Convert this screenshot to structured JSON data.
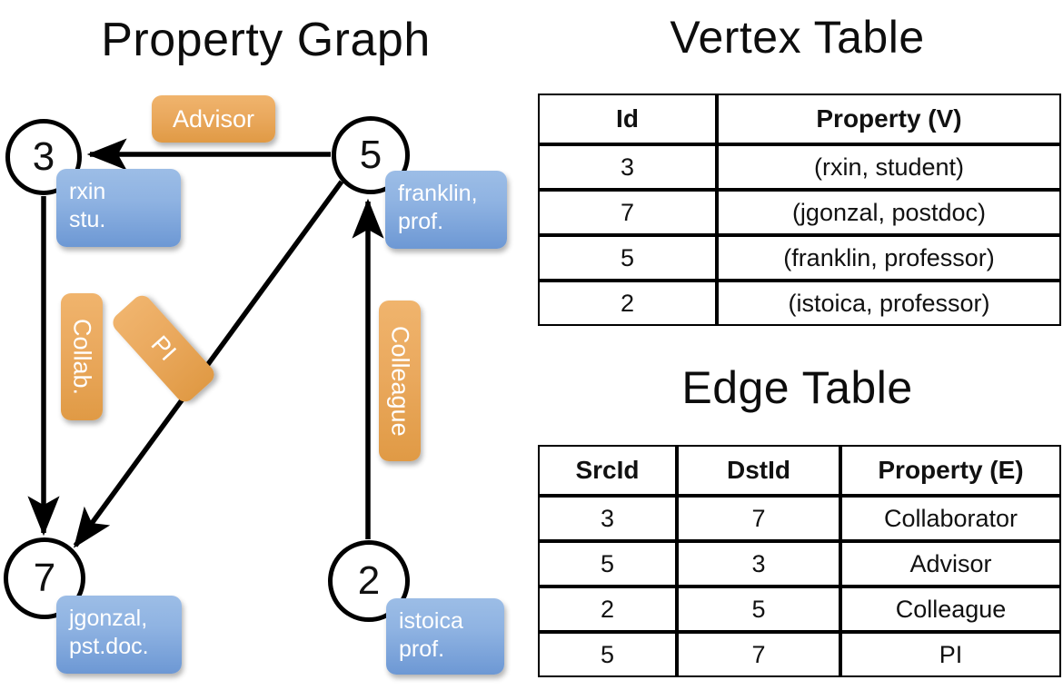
{
  "graph_panel": {
    "title": "Property Graph",
    "nodes": [
      {
        "id": "3",
        "property_lines": [
          "rxin",
          "stu."
        ]
      },
      {
        "id": "5",
        "property_lines": [
          "franklin,",
          "prof."
        ]
      },
      {
        "id": "7",
        "property_lines": [
          "jgonzal,",
          "pst.doc."
        ]
      },
      {
        "id": "2",
        "property_lines": [
          "istoica",
          "prof."
        ]
      }
    ],
    "edge_labels": [
      {
        "text": "Advisor",
        "from": "5",
        "to": "3"
      },
      {
        "text": "Collab.",
        "from": "3",
        "to": "7"
      },
      {
        "text": "PI",
        "from": "5",
        "to": "7"
      },
      {
        "text": "Colleague",
        "from": "2",
        "to": "5"
      }
    ]
  },
  "vertex_table": {
    "title": "Vertex Table",
    "headers": [
      "Id",
      "Property (V)"
    ],
    "rows": [
      [
        "3",
        "(rxin, student)"
      ],
      [
        "7",
        "(jgonzal, postdoc)"
      ],
      [
        "5",
        "(franklin, professor)"
      ],
      [
        "2",
        "(istoica, professor)"
      ]
    ]
  },
  "edge_table": {
    "title": "Edge Table",
    "headers": [
      "SrcId",
      "DstId",
      "Property (E)"
    ],
    "rows": [
      [
        "3",
        "7",
        "Collaborator"
      ],
      [
        "5",
        "3",
        "Advisor"
      ],
      [
        "2",
        "5",
        "Colleague"
      ],
      [
        "5",
        "7",
        "PI"
      ]
    ]
  },
  "colors": {
    "background": "#ffffff",
    "vertex_cell": "#d4dff1",
    "edge_cell": "#f7dfcf",
    "node_box_blue": "#8fb3e2",
    "edge_box_orange": "#eaa95e",
    "stroke": "#000000",
    "text": "#111111"
  }
}
